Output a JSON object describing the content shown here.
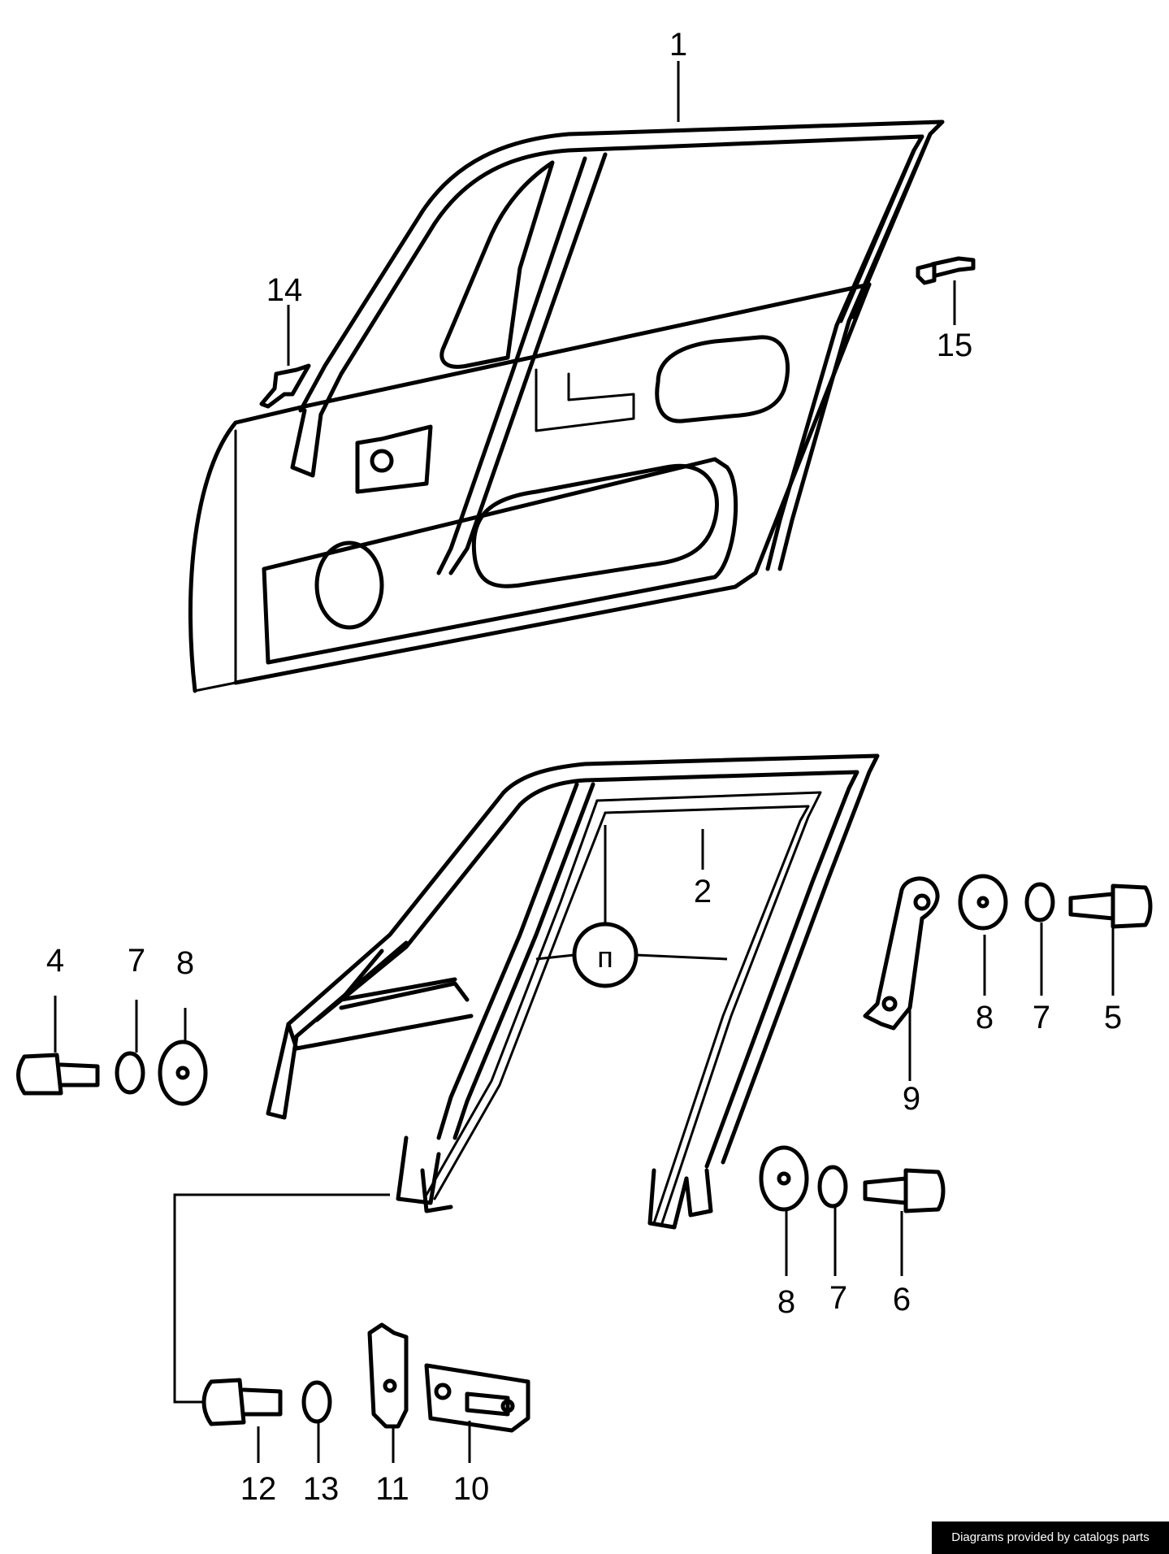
{
  "labels": {
    "p1": "1",
    "p2": "2",
    "p4": "4",
    "p5": "5",
    "p6": "6",
    "p7a": "7",
    "p7b": "7",
    "p7c": "7",
    "p8a": "8",
    "p8b": "8",
    "p8c": "8",
    "p9": "9",
    "p10": "10",
    "p11": "11",
    "p12": "12",
    "p13": "13",
    "p14": "14",
    "p15": "15",
    "callout": "п"
  },
  "credit": "Diagrams provided by catalogs parts"
}
